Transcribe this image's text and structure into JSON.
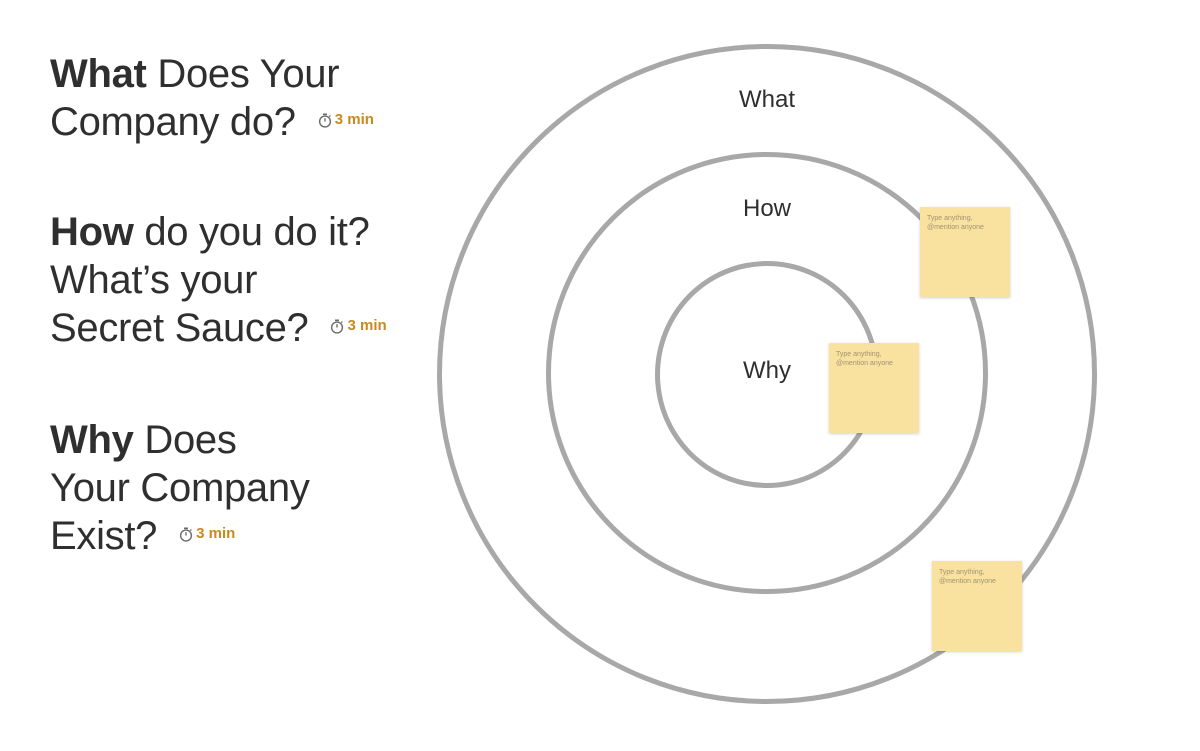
{
  "questions": [
    {
      "bold": "What",
      "line1_rest": " Does Your",
      "line2": "Company do?",
      "timer": "3 min"
    },
    {
      "bold": "How",
      "line1_rest": " do you do it?",
      "line2": "What’s your",
      "line3": "Secret Sauce?",
      "timer": "3 min"
    },
    {
      "bold": "Why",
      "line1_rest": " Does",
      "line2": "Your Company",
      "line3": "Exist?",
      "timer": "3 min"
    }
  ],
  "diagram": {
    "outer_label": "What",
    "middle_label": "How",
    "inner_label": "Why",
    "ring_color": "#a8a8a8"
  },
  "stickies": [
    {
      "placeholder": "Type anything, @mention anyone"
    },
    {
      "placeholder": "Type anything, @mention anyone"
    },
    {
      "placeholder": "Type anything, @mention anyone"
    }
  ],
  "colors": {
    "text": "#2f2f2f",
    "timer": "#c98a1b",
    "sticky": "#f9e1a0"
  },
  "icons": {
    "timer": "stopwatch-icon"
  }
}
